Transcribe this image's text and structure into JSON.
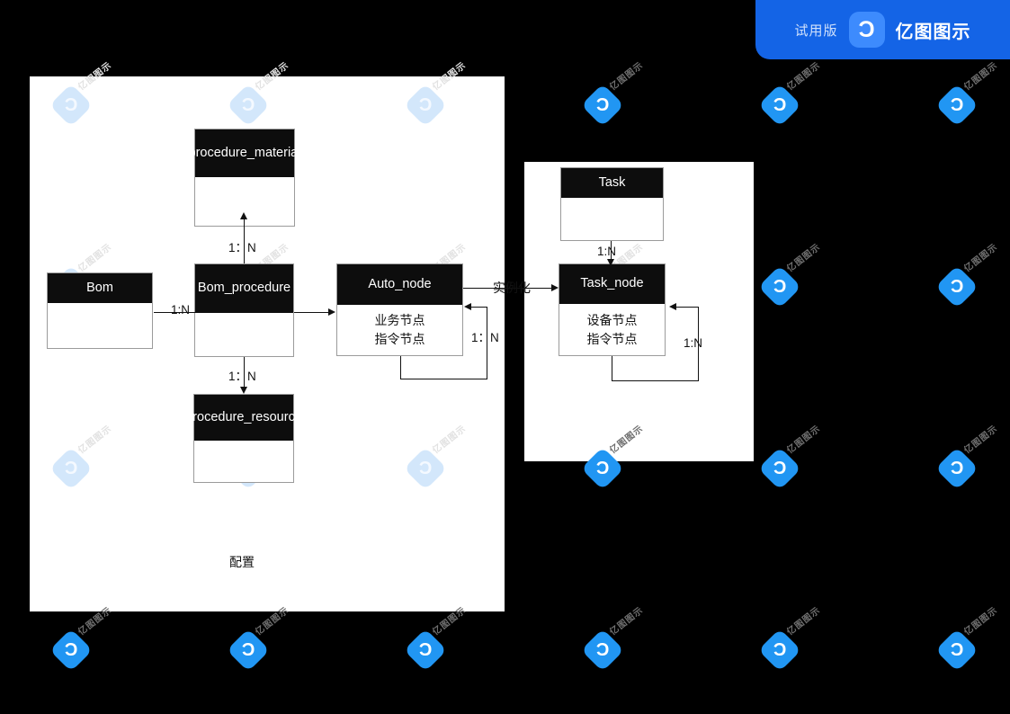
{
  "badge": {
    "trial_label": "试用版",
    "brand_label": "亿图图示",
    "logo_glyph": "Ɔ",
    "background": "#1464e6"
  },
  "watermark": {
    "text": "亿图图示",
    "glyph": "Ɔ"
  },
  "diagram": {
    "title_note_left": "配置",
    "entities": [
      {
        "id": "procedure_material",
        "name": "procedure_material",
        "body": []
      },
      {
        "id": "bom",
        "name": "Bom",
        "body": []
      },
      {
        "id": "bom_procedure",
        "name": "Bom_procedure",
        "body": []
      },
      {
        "id": "auto_node",
        "name": "Auto_node",
        "body": [
          "业务节点",
          "指令节点"
        ]
      },
      {
        "id": "procedure_resource",
        "name": "procedure_resource",
        "body": []
      },
      {
        "id": "task",
        "name": "Task",
        "body": []
      },
      {
        "id": "task_node",
        "name": "Task_node",
        "body": [
          "设备节点",
          "指令节点"
        ]
      }
    ],
    "relations": [
      {
        "id": "bom_to_bomprocedure",
        "from": "bom",
        "to": "bom_procedure",
        "label": "1:N"
      },
      {
        "id": "bomprocedure_to_material",
        "from": "bom_procedure",
        "to": "procedure_material",
        "label": "1：N"
      },
      {
        "id": "bomprocedure_to_resource",
        "from": "bom_procedure",
        "to": "procedure_resource",
        "label": "1：N"
      },
      {
        "id": "bomprocedure_to_autonode",
        "from": "bom_procedure",
        "to": "auto_node",
        "label": ""
      },
      {
        "id": "autonode_self",
        "from": "auto_node",
        "to": "auto_node",
        "label": "1：N"
      },
      {
        "id": "autonode_to_tasknode",
        "from": "auto_node",
        "to": "task_node",
        "label": "实例化"
      },
      {
        "id": "task_to_tasknode",
        "from": "task",
        "to": "task_node",
        "label": "1:N"
      },
      {
        "id": "tasknode_self",
        "from": "task_node",
        "to": "task_node",
        "label": "1:N"
      }
    ]
  }
}
